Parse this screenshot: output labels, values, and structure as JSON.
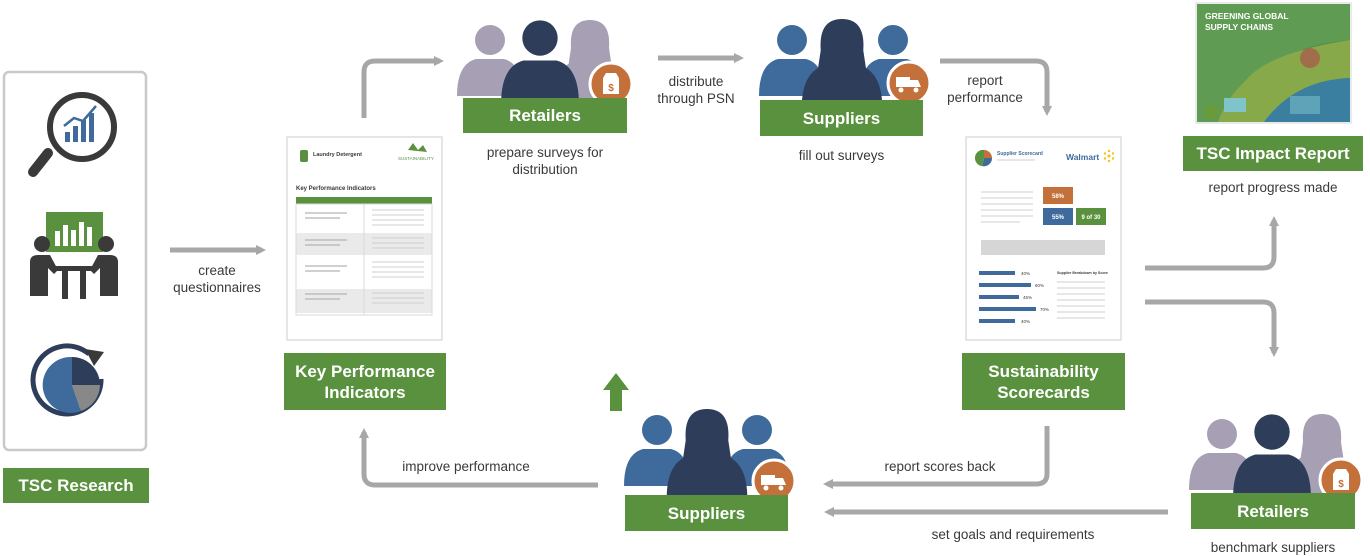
{
  "research": {
    "label": "TSC Research"
  },
  "kpi": {
    "label": "Key Performance Indicators",
    "doc_title": "Laundry Detergent",
    "doc_section": "Key Performance Indicators",
    "doc_logo": "SUSTAINABILITY"
  },
  "retailers_top": {
    "label": "Retailers",
    "caption": "prepare surveys for distribution"
  },
  "suppliers_top": {
    "label": "Suppliers",
    "caption": "fill out surveys"
  },
  "scorecards": {
    "label": "Sustainability Scorecards",
    "doc_title": "Supplier Scorecard",
    "doc_brand": "Walmart",
    "val_a": "58%",
    "val_b": "55%",
    "val_c": "9 of 30",
    "bars_title": "Supplier Breakdown by Score",
    "bar_values": [
      "40%",
      "60%",
      "45%",
      "70%",
      "40%"
    ]
  },
  "impact": {
    "label": "TSC Impact Report",
    "caption": "report progress made",
    "cover_title_1": "GREENING GLOBAL",
    "cover_title_2": "SUPPLY CHAINS"
  },
  "retailers_bottom": {
    "label": "Retailers",
    "caption": "benchmark suppliers"
  },
  "suppliers_bottom": {
    "label": "Suppliers"
  },
  "flows": {
    "create": "create questionnaires",
    "distribute": "distribute through PSN",
    "report_perf": "report performance",
    "report_scores": "report scores back",
    "set_goals": "set goals and requirements",
    "improve": "improve performance"
  },
  "colors": {
    "green": "#5a913f",
    "orange": "#c4703a",
    "navy": "#2d3d5a",
    "blue": "#3e6b9c",
    "gray_arrow": "#a7a7a7"
  }
}
